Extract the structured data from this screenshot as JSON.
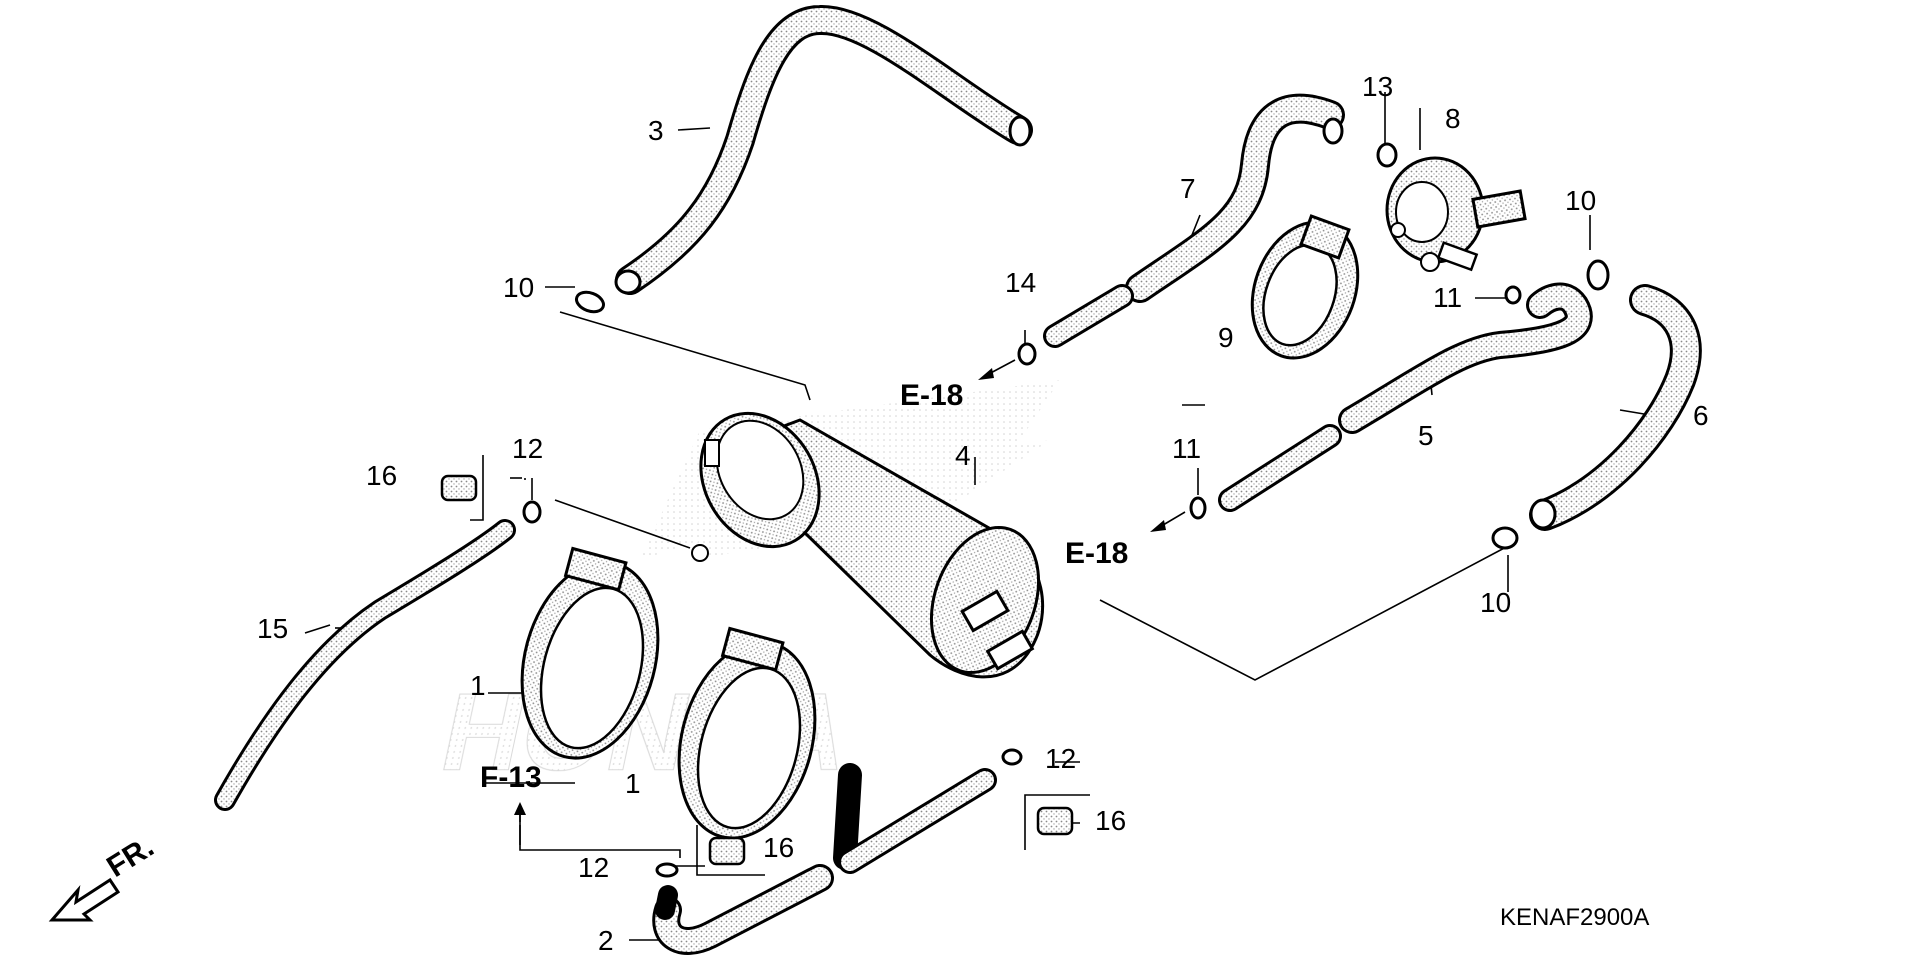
{
  "callouts": {
    "p1a": "1",
    "p1b": "1",
    "p2": "2",
    "p3": "3",
    "p4": "4",
    "p5": "5",
    "p6": "6",
    "p7": "7",
    "p8": "8",
    "p9": "9",
    "p10a": "10",
    "p10b": "10",
    "p10c": "10",
    "p11a": "11",
    "p11b": "11",
    "p12a": "12",
    "p12b": "12",
    "p12c": "12",
    "p13": "13",
    "p14": "14",
    "p15": "15",
    "p16a": "16",
    "p16b": "16",
    "p16c": "16"
  },
  "refs": {
    "e18a": "E-18",
    "e18b": "E-18",
    "f13": "F-13"
  },
  "direction": "FR.",
  "diagram_code": "KENAF2900A",
  "watermark_text": "HONDA",
  "colors": {
    "ink": "#000000",
    "stipple": "#9a9a9a",
    "paper": "#ffffff"
  }
}
